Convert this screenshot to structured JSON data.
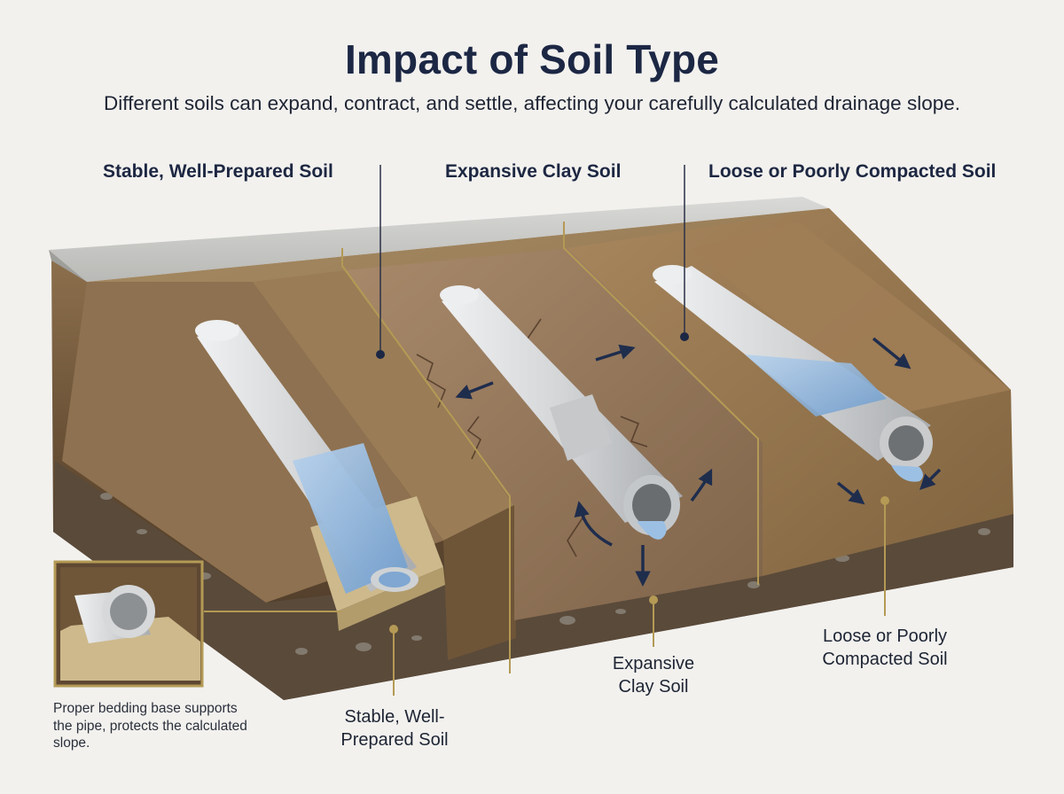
{
  "header": {
    "title": "Impact of Soil Type",
    "subtitle": "Different soils can expand, contract, and settle, affecting your carefully calculated drainage slope."
  },
  "columns": [
    {
      "label": "Stable, Well-Prepared Soil"
    },
    {
      "label": "Expansive Clay Soil"
    },
    {
      "label": "Loose or Poorly Compacted Soil"
    }
  ],
  "callouts": {
    "stable": [
      "Stable, Well-",
      "Prepared Soil"
    ],
    "clay": [
      "Expansive",
      "Clay Soil"
    ],
    "loose": [
      "Loose or Poorly",
      "Compacted Soil"
    ]
  },
  "inset": {
    "note": "Proper bedding base supports the pipe, protects the calculated slope."
  },
  "colors": {
    "navy": "#1c2744",
    "gold": "#b49a55",
    "soil_light": "#a58a62",
    "soil_dark": "#6b5236",
    "pipe": "#d6d8da",
    "water": "#8fb3d8",
    "surface": "#cfcfcd"
  }
}
